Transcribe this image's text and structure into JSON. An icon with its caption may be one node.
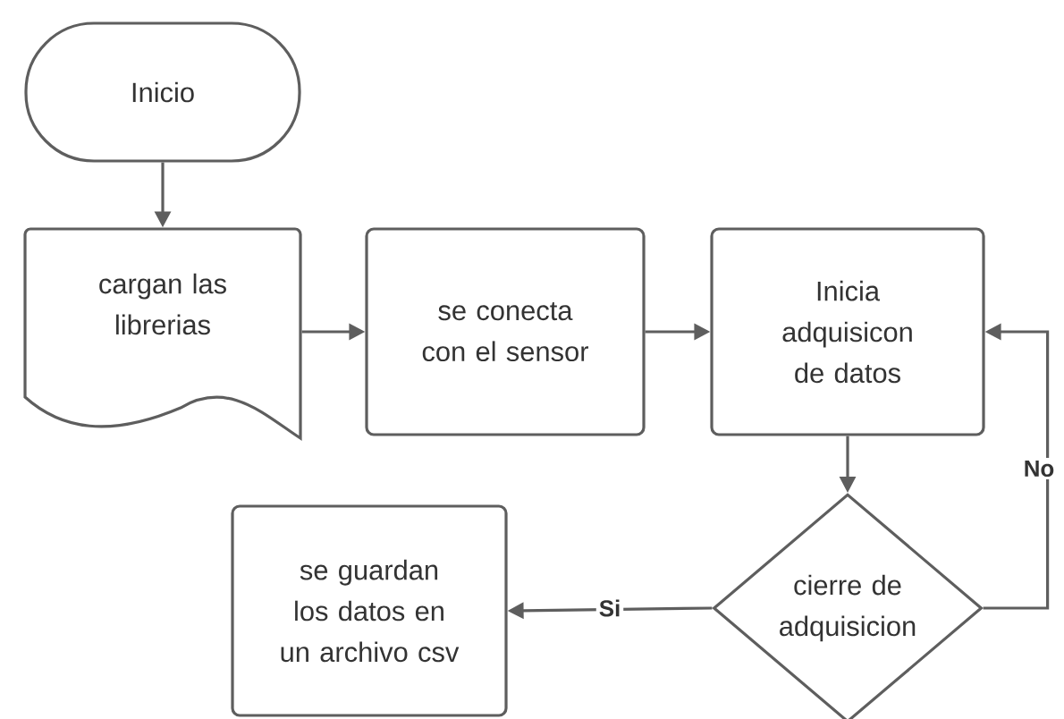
{
  "diagram": {
    "nodes": [
      {
        "text": [
          "Inicio"
        ]
      },
      {
        "text": [
          "cargan las librerias"
        ]
      },
      {
        "text": [
          "se conecta con el sensor"
        ]
      },
      {
        "text": [
          "Inicia adquisicon de datos"
        ]
      },
      {
        "text": [
          "cierre de adquisicion"
        ]
      },
      {
        "text": [
          "se guardan los datos en un archivo csv"
        ]
      }
    ],
    "edges": [
      {
        "from": 0,
        "to": 1,
        "arrow": "to"
      },
      {
        "from": 1,
        "to": 2,
        "arrow": "to"
      },
      {
        "from": 2,
        "to": 3,
        "arrow": "to"
      },
      {
        "from": 3,
        "to": 4,
        "arrow": "to"
      },
      {
        "from": 4,
        "to": 3,
        "arrow": "to",
        "label": "No"
      },
      {
        "from": 4,
        "to": 5,
        "arrow": "to",
        "label": "Si"
      }
    ]
  }
}
